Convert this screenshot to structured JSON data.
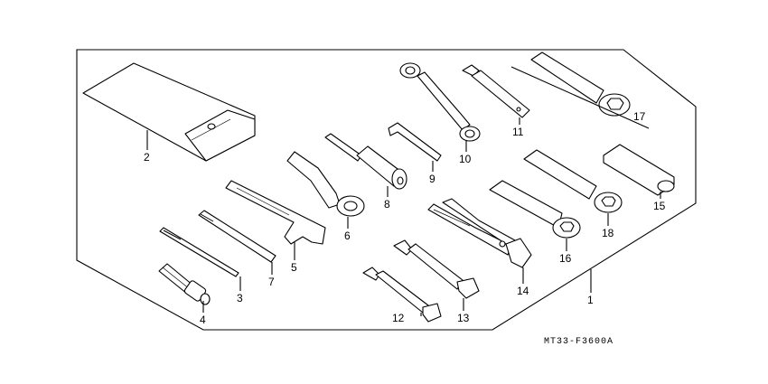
{
  "diagram": {
    "title": "",
    "drawing_code": "MT33-F3600A",
    "parts": [
      {
        "ref": "1",
        "icon": "tool-kit-assembly-outline-icon"
      },
      {
        "ref": "2",
        "icon": "tool-bag-icon"
      },
      {
        "ref": "3",
        "icon": "screwdriver-shaft-icon"
      },
      {
        "ref": "4",
        "icon": "screwdriver-grip-icon"
      },
      {
        "ref": "5",
        "icon": "pin-spanner-icon"
      },
      {
        "ref": "6",
        "icon": "box-wrench-icon"
      },
      {
        "ref": "7",
        "icon": "extension-bar-icon"
      },
      {
        "ref": "8",
        "icon": "spark-plug-wrench-icon"
      },
      {
        "ref": "9",
        "icon": "hex-key-icon"
      },
      {
        "ref": "10",
        "icon": "offset-box-wrench-icon"
      },
      {
        "ref": "11",
        "icon": "open-end-wrench-icon"
      },
      {
        "ref": "12",
        "icon": "open-end-wrench-small-icon"
      },
      {
        "ref": "13",
        "icon": "open-end-wrench-medium-icon"
      },
      {
        "ref": "14",
        "icon": "pliers-icon"
      },
      {
        "ref": "15",
        "icon": "grip-sleeve-icon"
      },
      {
        "ref": "16",
        "icon": "ring-spanner-icon"
      },
      {
        "ref": "17",
        "icon": "ring-spanner-long-icon"
      },
      {
        "ref": "18",
        "icon": "ring-spanner-medium-icon"
      }
    ]
  }
}
